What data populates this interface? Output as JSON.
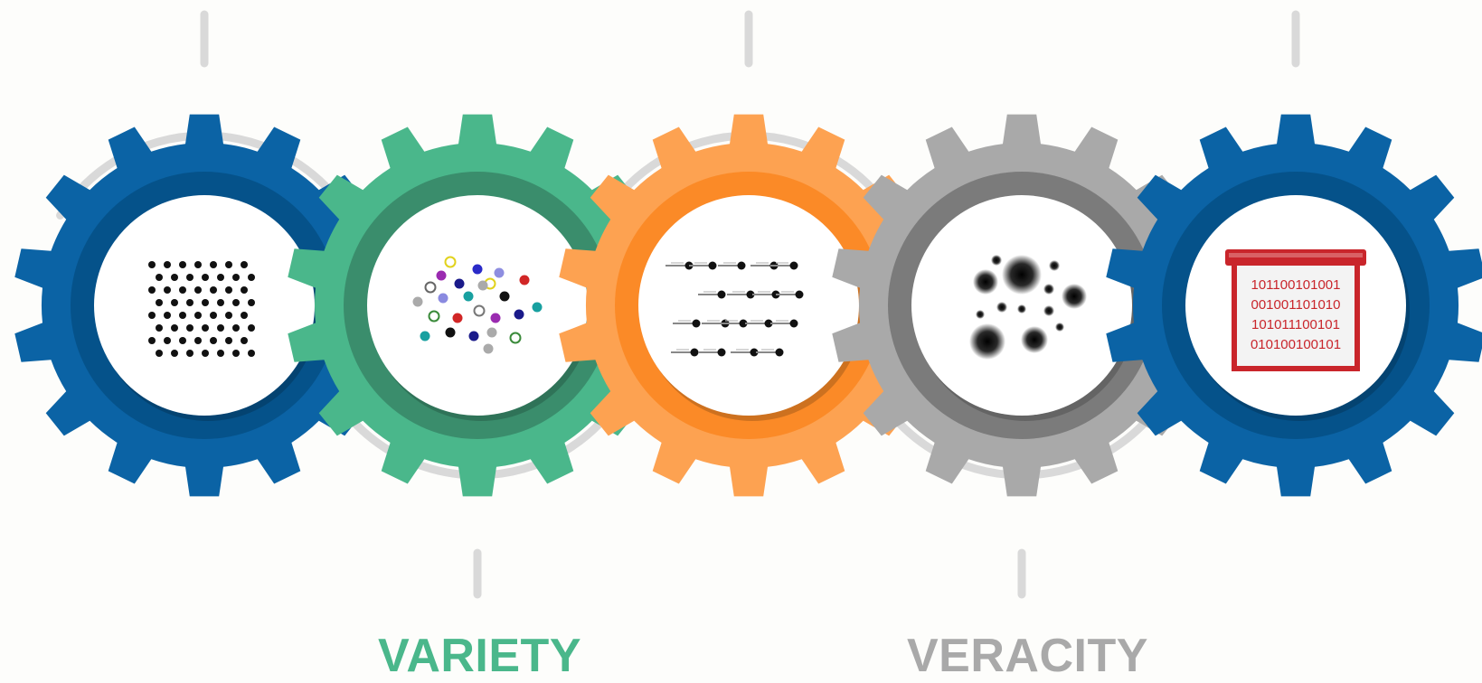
{
  "labels": {
    "variety": "VARIETY",
    "veracity": "VERACITY"
  },
  "gears": [
    {
      "name": "gear-volume",
      "outer": "#0b63a5",
      "ring": "#05528a",
      "icon": "dot-grid-icon"
    },
    {
      "name": "gear-variety",
      "outer": "#4ab78b",
      "ring": "#3a8d6c",
      "icon": "colored-dots-icon"
    },
    {
      "name": "gear-velocity",
      "outer": "#fda251",
      "ring": "#fb8a27",
      "icon": "motion-dots-icon"
    },
    {
      "name": "gear-veracity",
      "outer": "#a9a9a9",
      "ring": "#7b7b7b",
      "icon": "blurred-dots-icon"
    },
    {
      "name": "gear-value",
      "outer": "#0b63a5",
      "ring": "#05528a",
      "icon": "binary-scroll-icon"
    }
  ],
  "binary_lines": [
    "101100101001",
    "001001101010",
    "101011100101",
    "010100100101"
  ],
  "colors": {
    "connector": "#d9d9d9",
    "variety_text": "#4ab78b",
    "veracity_text": "#a9a9a9",
    "binary_red": "#c9252b"
  }
}
